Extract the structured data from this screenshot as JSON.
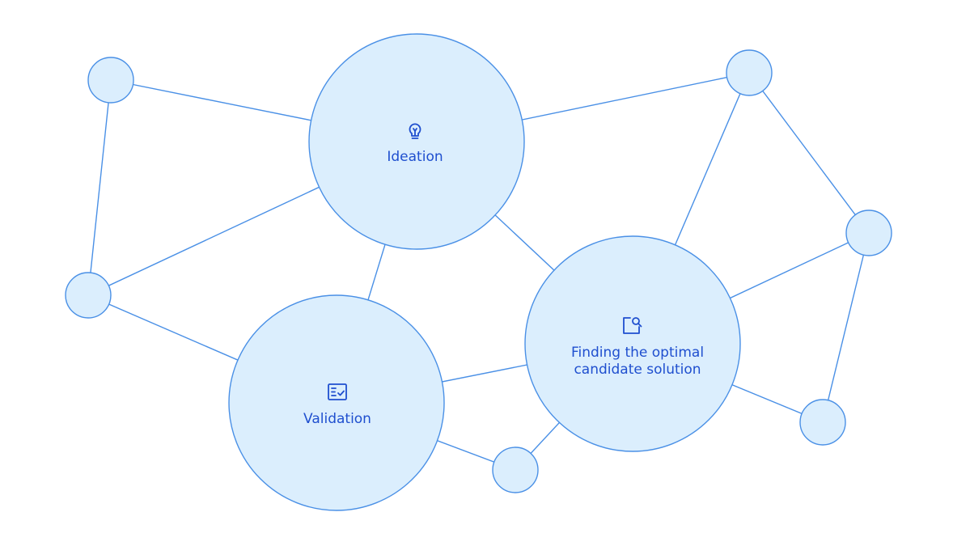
{
  "colors": {
    "node_fill": "#dbeefd",
    "stroke": "#4a90e6",
    "icon": "#1f4fcf",
    "text": "#1f4fcf",
    "background": "#ffffff"
  },
  "main_nodes": [
    {
      "id": "ideation",
      "icon": "lightbulb-icon",
      "label_lines": [
        "Ideation"
      ]
    },
    {
      "id": "validation",
      "icon": "checklist-icon",
      "label_lines": [
        "Validation"
      ]
    },
    {
      "id": "finding",
      "icon": "search-document-icon",
      "label_lines": [
        "Finding the optimal",
        "candidate solution"
      ]
    }
  ]
}
